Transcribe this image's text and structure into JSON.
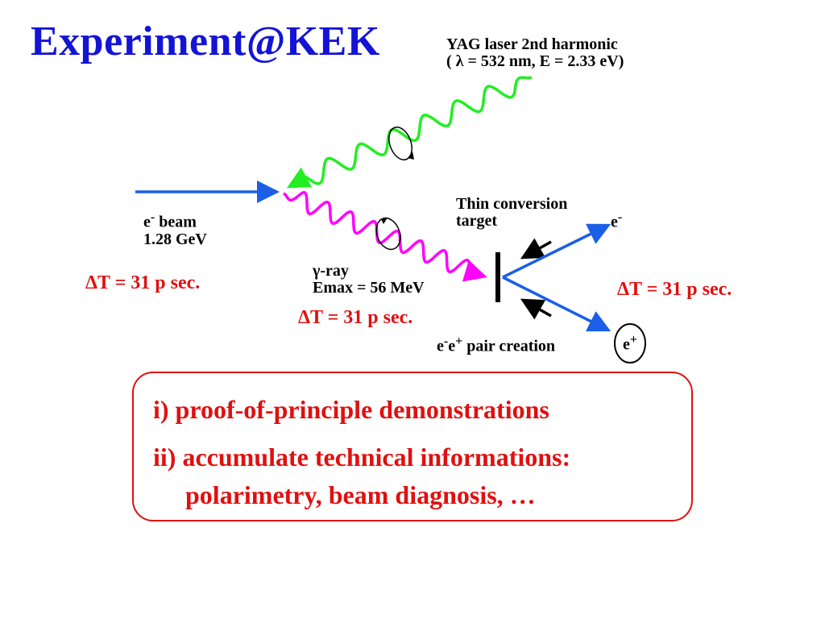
{
  "title": "Experiment@KEK",
  "laser": {
    "line1": "YAG laser 2nd harmonic",
    "line2": "( λ = 532 nm, E = 2.33 eV)"
  },
  "electron_beam": {
    "symbol": "e",
    "charge": "-",
    "word": " beam",
    "energy": "1.28 GeV"
  },
  "gamma": {
    "line1": "γ-ray",
    "line2": "Emax = 56 MeV"
  },
  "target": {
    "line1": "Thin conversion",
    "line2": "target"
  },
  "pair": {
    "e1": "e",
    "c1": "-",
    "e2": "e",
    "c2": "+",
    "word": "pair creation"
  },
  "products": {
    "electron_symbol": "e",
    "electron_charge": "-",
    "positron_symbol": "e",
    "positron_charge": "+"
  },
  "timing": {
    "left": "ΔT = 31 p sec.",
    "middle": "ΔT = 31 p sec.",
    "right": "ΔT = 31 p sec."
  },
  "summary": {
    "item1": "i) proof-of-principle demonstrations",
    "item2": "ii) accumulate technical informations:",
    "item2_cont": "polarimetry, beam diagnosis, …"
  },
  "colors": {
    "title": "#1414d6",
    "beam": "#1a5fe6",
    "laser": "#22ee22",
    "gamma": "#ff00ff",
    "accent": "#e01010"
  }
}
